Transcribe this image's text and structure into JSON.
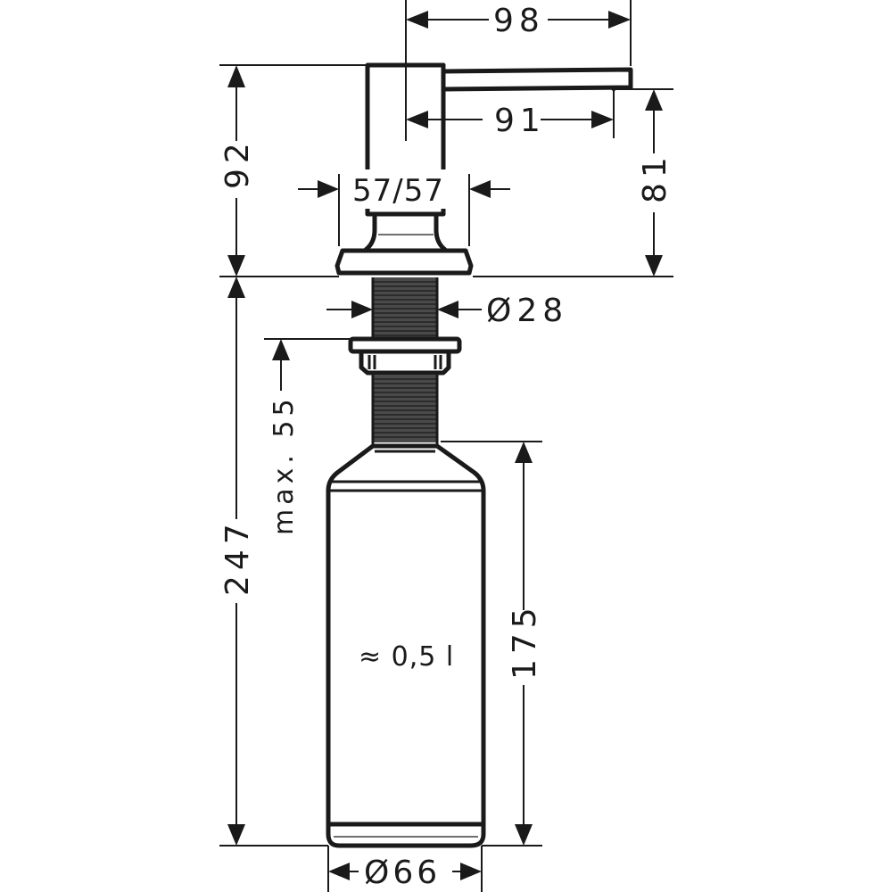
{
  "diagram": {
    "subject": "Soap dispenser dimensional drawing",
    "units": "mm",
    "colors": {
      "line": "#1a1a1a",
      "background": "#ffffff"
    },
    "dimensions": {
      "spout_overall_reach": "98",
      "spout_reach_to_outlet": "91",
      "head_height": "92",
      "spout_outlet_height": "81",
      "head_base_width": "57/57",
      "thread_diameter": "Ø28",
      "max_deck_thickness": "max. 55",
      "total_below_deck": "247",
      "bottle_height": "175",
      "bottle_diameter": "Ø66"
    },
    "labels": {
      "bottle_volume": "≈ 0,5 l"
    }
  }
}
